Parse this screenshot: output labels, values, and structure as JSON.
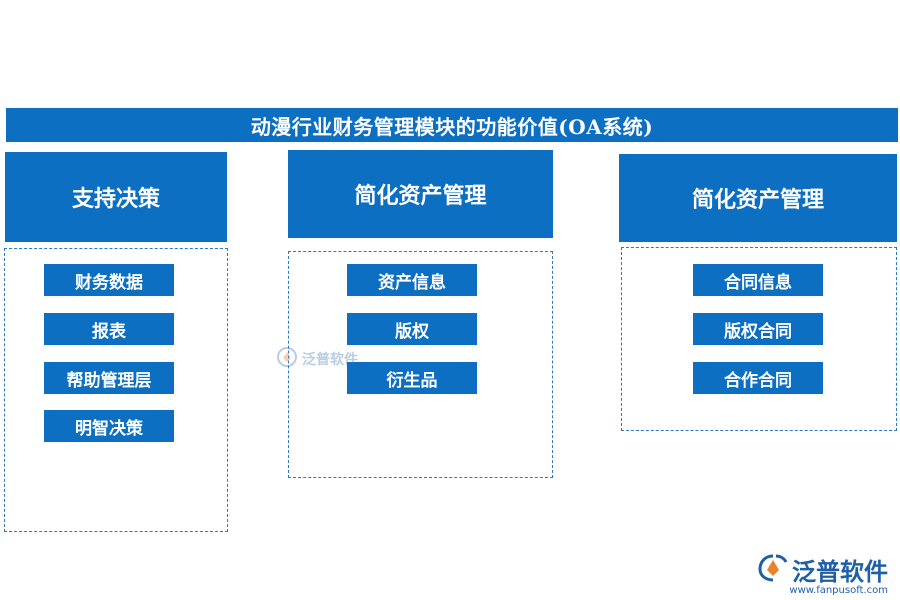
{
  "title": "动漫行业财务管理模块的功能价值(OA系统)",
  "columns": [
    {
      "header": "支持决策",
      "items": [
        "财务数据",
        "报表",
        "帮助管理层",
        "明智决策"
      ]
    },
    {
      "header": "简化资产管理",
      "items": [
        "资产信息",
        "版权",
        "衍生品"
      ]
    },
    {
      "header": "简化资产管理",
      "items": [
        "合同信息",
        "版权合同",
        "合作合同"
      ]
    }
  ],
  "watermark": {
    "text": "泛普软件"
  },
  "logo": {
    "name": "泛普软件",
    "url": "www.fanpusoft.com"
  },
  "colors": {
    "primary": "#0d6fc2",
    "dashed_border": "#2f78c4"
  }
}
